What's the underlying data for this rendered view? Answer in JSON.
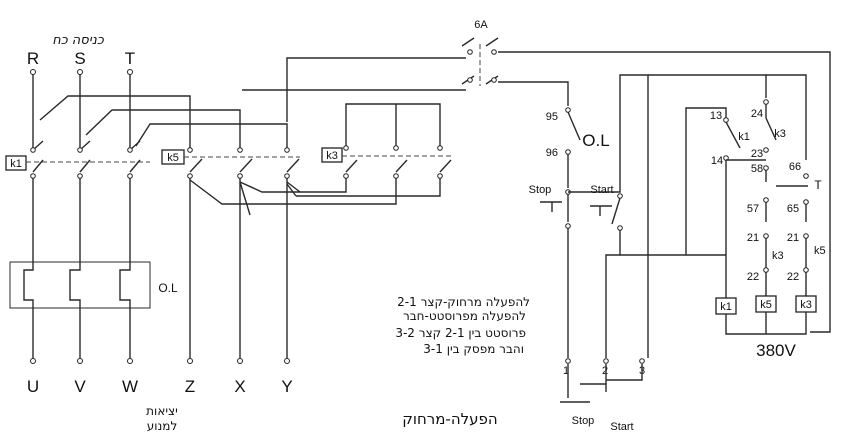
{
  "supply": {
    "input_label": "כניסה כח",
    "phases": [
      "R",
      "S",
      "T"
    ],
    "control_voltage": "380V"
  },
  "fuse": {
    "rating": "6A"
  },
  "contactors": {
    "k1": "k1",
    "k5": "k5",
    "k3": "k3"
  },
  "overload": {
    "power_label": "O.L",
    "control_label": "O.L",
    "contact_top": "95",
    "contact_bottom": "96"
  },
  "motor_outputs": {
    "terminals": [
      "U",
      "V",
      "W",
      "Z",
      "X",
      "Y"
    ],
    "label_line1": "יציאות",
    "label_line2": "למנוע"
  },
  "buttons": {
    "stop": "Stop",
    "start": "Start",
    "remote_stop": "Stop",
    "remote_start": "Start"
  },
  "remote_terminals": [
    "1",
    "2",
    "3"
  ],
  "control_contacts": {
    "n13": "13",
    "n14": "14",
    "n24": "24",
    "n23": "23",
    "n58": "58",
    "n57": "57",
    "n66": "66",
    "n65": "65",
    "n21a": "21",
    "n22a": "22",
    "n21b": "21",
    "n22b": "22",
    "k1_aux": "k1",
    "k3_aux": "k3",
    "k3_il": "k3",
    "k5_il": "k5",
    "timer": "T"
  },
  "coils": {
    "k1": "k1",
    "k5": "k5",
    "k3": "k3"
  },
  "notes": [
    "להפעלה מרחוק-קצר 2-1",
    "להפעלה מפרוסטט-חבר",
    "פרוסטט בין 2-1 קצר 3-2",
    "והבר מפסק בין 3-1"
  ],
  "caption": "הפעלה-מרחוק"
}
